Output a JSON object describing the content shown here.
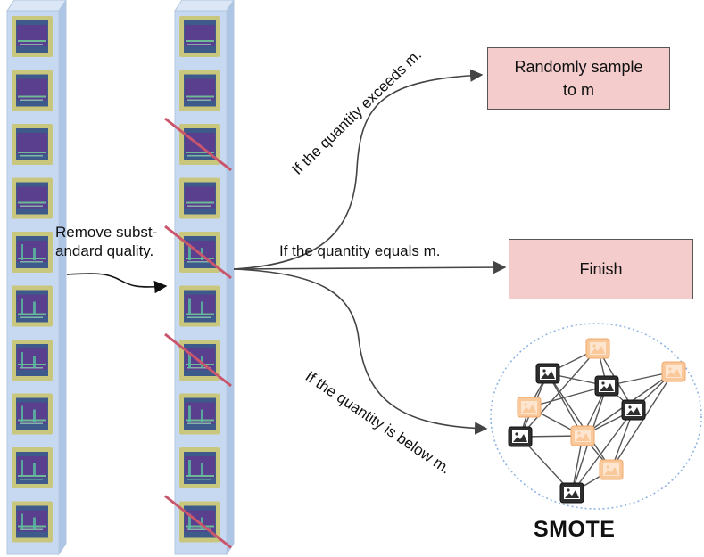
{
  "labels": {
    "remove": "Remove subst-\nandard quality.",
    "exceeds": "If the quantity exceeds m.",
    "equals": "If the quantity equals m.",
    "below": "If the quantity is below m.",
    "smote": "SMOTE"
  },
  "boxes": {
    "sample": "Randomly sample\nto m",
    "finish": "Finish"
  },
  "columns": {
    "left": {
      "frames": 10,
      "crossed_out": []
    },
    "right": {
      "frames": 10,
      "crossed_out": [
        2,
        4,
        6,
        9
      ]
    }
  },
  "smote": {
    "nodes": [
      {
        "kind": "synthetic"
      },
      {
        "kind": "original"
      },
      {
        "kind": "synthetic"
      },
      {
        "kind": "original"
      },
      {
        "kind": "synthetic"
      },
      {
        "kind": "original"
      },
      {
        "kind": "original"
      },
      {
        "kind": "synthetic"
      },
      {
        "kind": "synthetic"
      },
      {
        "kind": "original"
      }
    ]
  },
  "colors": {
    "column_fill": "#c6d9f1",
    "frame_border": "#c9c77e",
    "spectrogram": "#5b3f8f",
    "cross": "#c9566c",
    "box_fill": "#f4cccc",
    "original_node": "#2e2e2e",
    "synthetic_node": "#f9c89b",
    "ellipse": "#8eb4e3"
  }
}
